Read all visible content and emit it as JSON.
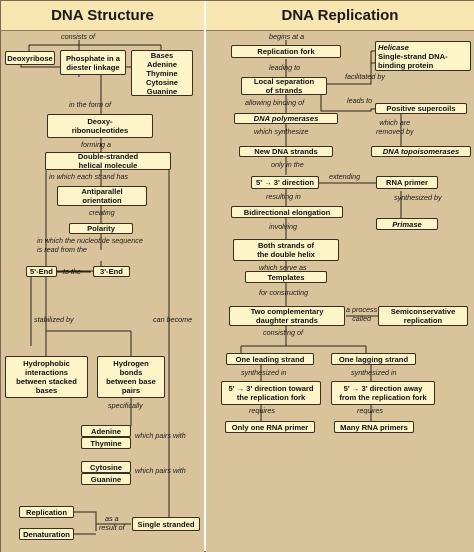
{
  "headers": {
    "left": "DNA Structure",
    "right": "DNA Replication"
  },
  "structure": {
    "consists_of": "consists of",
    "deoxyribose": "Deoxyribose",
    "phosphate": "Phosphate in a diester linkage",
    "bases_title": "Bases",
    "bases": [
      "Adenine",
      "Thymine",
      "Cytosine",
      "Guanine"
    ],
    "in_form_of": "in the form of",
    "deoxyribonucleotides": "Deoxy-\nribonucleotides",
    "forming_a": "forming a",
    "double_helix": "Double-stranded\nhelical molecule",
    "in_which_each": "in which each strand has",
    "antiparallel": "Antiparallel\norientation",
    "creating": "creating",
    "polarity": "Polarity",
    "nucleotide_seq": "in which the nucleotide sequence\nis read from the",
    "end5": "5'-End",
    "to_the": "to the",
    "end3": "3'-End",
    "stabilized_by": "stabilized by",
    "can_become": "can become",
    "hydrophobic": "Hydrophobic\ninteractions\nbetween stacked\nbases",
    "hbonds": "Hydrogen\nbonds\nbetween base\npairs",
    "specifically": "specifically",
    "adenine": "Adenine",
    "thymine": "Thymine",
    "pairs_with_1": "which pairs with",
    "cytosine": "Cytosine",
    "guanine": "Guanine",
    "pairs_with_2": "which pairs with",
    "replication": "Replication",
    "denaturation": "Denaturation",
    "as_a_result": "as a\nresult of",
    "single_stranded": "Single stranded"
  },
  "replication": {
    "begins_at": "begins at a",
    "fork": "Replication fork",
    "leading_to": "leading to",
    "facilitated_by": "facilitated by",
    "helicase": "Helicase",
    "ssb": "Single-strand DNA-\nbinding protein",
    "local_sep": "Local separation\nof strands",
    "leads_to": "leads to",
    "allowing": "allowing binding of",
    "supercoils": "Positive supercoils",
    "which_are_removed": "which are\nremoved by",
    "polymerases": "DNA polymerases",
    "topoisomerases": "DNA topoisomerases",
    "which_synth": "which synthesize",
    "new_strands": "New DNA strands",
    "only_in": "only in the",
    "direction": "5' → 3' direction",
    "extending": "extending",
    "rna_primer": "RNA primer",
    "synth_by": "synthesized by",
    "primase": "Primase",
    "resulting_in": "resulting in",
    "bidirectional": "Bidirectional elongation",
    "involving": "involving",
    "both_strands": "Both strands of\nthe double helix",
    "which_serve": "which serve as",
    "templates": "Templates",
    "for_constructing": "for constructing",
    "two_daughter": "Two complementary\ndaughter strands",
    "a_process": "a process\ncalled",
    "semiconservative": "Semiconservative\nreplication",
    "consisting_of": "consisting of",
    "leading": "One leading strand",
    "lagging": "One lagging strand",
    "synth_in_1": "synthesized in",
    "synth_in_2": "synthesized in",
    "toward": "5' → 3' direction toward\nthe replication fork",
    "away": "5' → 3' direction away\nfrom the replication fork",
    "requires_1": "requires",
    "requires_2": "requires",
    "one_primer": "Only one RNA primer",
    "many_primers": "Many RNA primers"
  }
}
